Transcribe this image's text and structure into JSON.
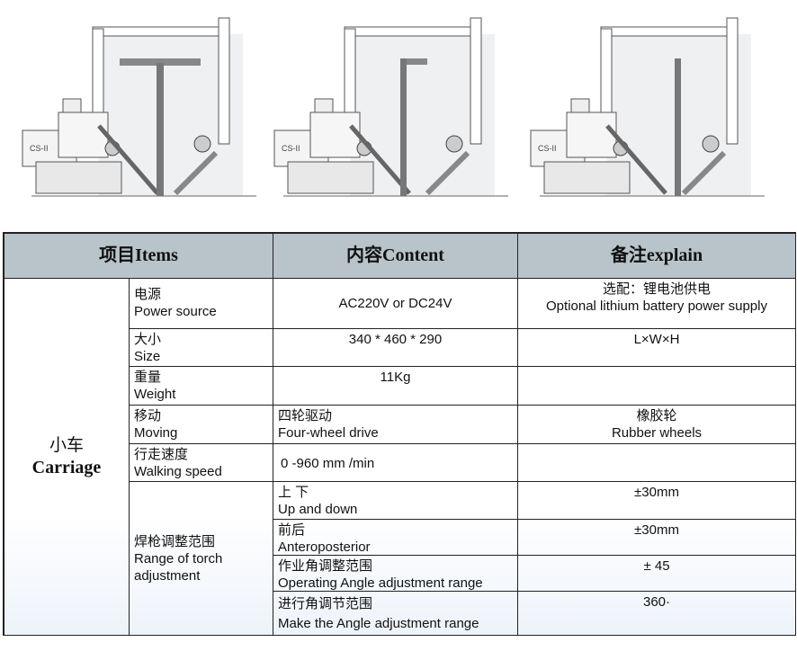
{
  "figures": [
    {
      "profile": "T"
    },
    {
      "profile": "L"
    },
    {
      "profile": "I"
    }
  ],
  "header": {
    "items": "项目Items",
    "content": "内容Content",
    "explain": "备注explain"
  },
  "group": {
    "cn": "小车",
    "en": "Carriage"
  },
  "rows": [
    {
      "cn": "电源",
      "en": "Power source",
      "content": "AC220V or DC24V",
      "explain_cn": "选配：锂电池供电",
      "explain_en": "Optional lithium battery power supply"
    },
    {
      "cn": "大小",
      "en": "Size",
      "content": "340 * 460 * 290",
      "explain_cn": "L×W×H"
    },
    {
      "cn": "重量",
      "en": "Weight",
      "content": "11Kg"
    },
    {
      "cn": "移动",
      "en": "Moving",
      "content_cn": "四轮驱动",
      "content_en": "Four-wheel drive",
      "explain_cn": "橡胶轮",
      "explain_en": "Rubber wheels"
    },
    {
      "cn": "行走速度",
      "en": "Walking speed",
      "content": "0 -960 mm /min"
    }
  ],
  "torch": {
    "cn": "焊枪调整范围",
    "en": "Range of torch adjustment",
    "sub": [
      {
        "cn": "上 下",
        "en": "Up and down",
        "value": "±30mm"
      },
      {
        "cn": "前后",
        "en": "Anteroposterior",
        "value": "±30mm"
      },
      {
        "cn": "作业角调整范围",
        "en": "Operating Angle adjustment range",
        "value": "± 45"
      },
      {
        "cn": "进行角调节范围",
        "en": "Make the Angle adjustment range",
        "value": "360·"
      }
    ]
  }
}
